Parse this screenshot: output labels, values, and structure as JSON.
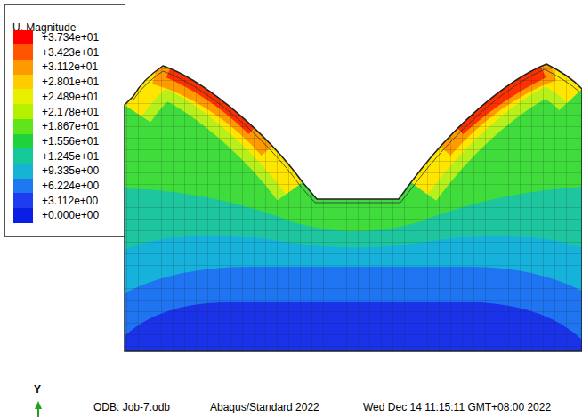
{
  "diagram": {
    "labels": [
      "U, Magnitude",
      "Y",
      "ODB: Job-7.odb",
      "Abaqus/Standard 2022",
      "Wed Dec 14 11:15:11 GMT+08:00 2022"
    ],
    "legend": [
      {
        "text": "+3.734e+01",
        "color": "#ff0000"
      },
      {
        "text": "+3.423e+01",
        "color": "#ff5500"
      },
      {
        "text": "+3.112e+01",
        "color": "#ff9900"
      },
      {
        "text": "+2.801e+01",
        "color": "#ffcc00"
      },
      {
        "text": "+2.489e+01",
        "color": "#e8f000"
      },
      {
        "text": "+2.178e+01",
        "color": "#b4f000"
      },
      {
        "text": "+1.867e+01",
        "color": "#5ee61a"
      },
      {
        "text": "+1.556e+01",
        "color": "#1ed23c"
      },
      {
        "text": "+1.245e+01",
        "color": "#14c89a"
      },
      {
        "text": "+9.335e+00",
        "color": "#14b4d2"
      },
      {
        "text": "+6.224e+00",
        "color": "#1e78f0"
      },
      {
        "text": "+3.112e+00",
        "color": "#1e3cf0"
      },
      {
        "text": "+0.000e+00",
        "color": "#0a1ee6"
      }
    ]
  }
}
